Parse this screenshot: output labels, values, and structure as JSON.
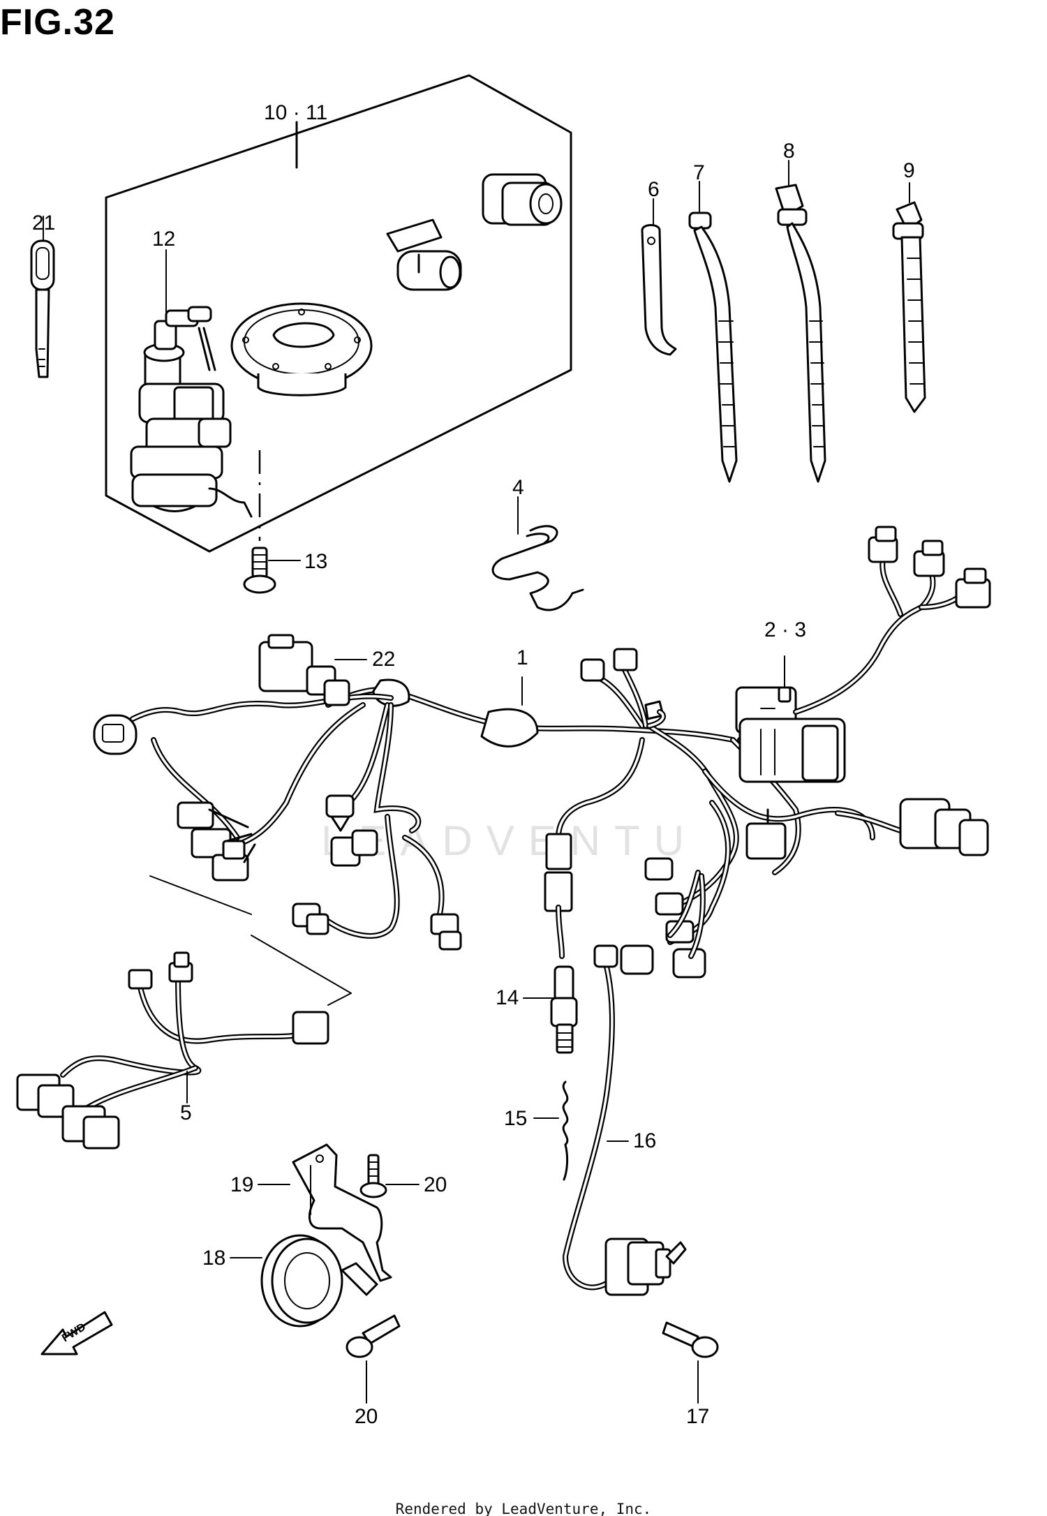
{
  "figure": {
    "title": "FIG.32"
  },
  "callouts": {
    "c1": "1",
    "c2_3": "2 · 3",
    "c4": "4",
    "c5": "5",
    "c6": "6",
    "c7": "7",
    "c8": "8",
    "c9": "9",
    "c10_11": "10 · 11",
    "c12": "12",
    "c13": "13",
    "c14": "14",
    "c15": "15",
    "c16": "16",
    "c17": "17",
    "c18": "18",
    "c19": "19",
    "c20a": "20",
    "c20b": "20",
    "c21": "21",
    "c22": "22"
  },
  "fwd_arrow": {
    "label": "FWD"
  },
  "watermark": {
    "text": "LEADVENTU"
  },
  "footer": {
    "text": "Rendered by LeadVenture, Inc."
  }
}
